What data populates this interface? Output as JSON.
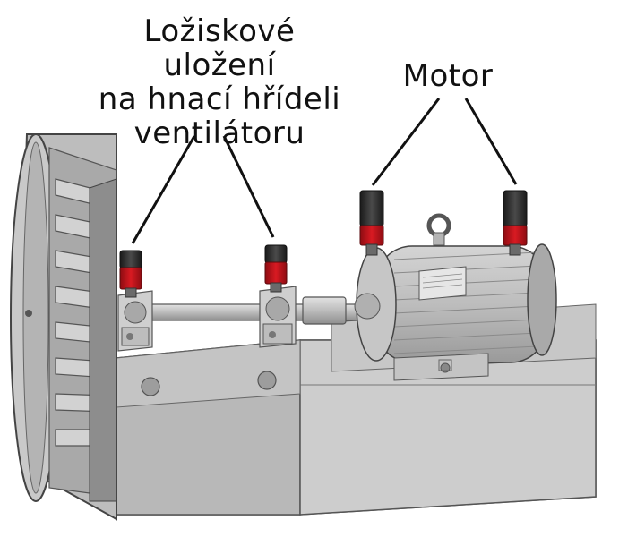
{
  "labels": {
    "bearings": {
      "line1": "Ložiskové uložení",
      "line2": "na hnací hřídeli",
      "line3": "ventilátoru"
    },
    "motor": "Motor"
  },
  "colors": {
    "machine_gray": "#bcbcbc",
    "machine_dark": "#6f6f6f",
    "lubricator_red": "#c8141c",
    "lubricator_black": "#2b2b2b",
    "leader_line": "#111111"
  },
  "icons": [
    "lubricator-icon"
  ]
}
